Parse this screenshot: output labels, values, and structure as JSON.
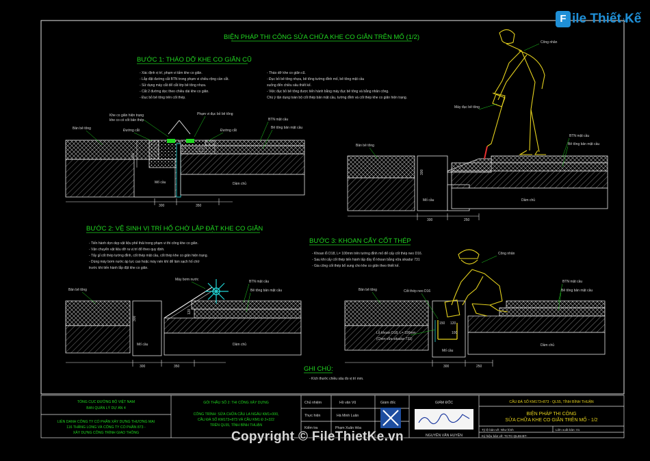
{
  "watermark": {
    "logo_letter": "F",
    "logo_text": "ile Thiết Kế",
    "logo_suffix": ".vn",
    "copyright": "Copyright © FileThietKe.vn"
  },
  "sheet": {
    "title": "BIỆN PHÁP THI CÔNG SỬA CHỮA KHE CO GIÃN TRÊN MỐ (1/2)"
  },
  "step1": {
    "title": "BƯỚC 1: THÁO DỠ KHE CO GIÃN CŨ",
    "notes_left": [
      "- Xác định vị trí, phạm vi tấm khe co giãn.",
      "- Lắp đặt đường cắt BTN trong phạm vi chiều rộng cần cắt.",
      "- Sử dụng máy cắt để cắt lớp bê tông nhựa.",
      "- Cắt 2 đường dọc theo chiều dài khe co giãn.",
      "- Đục bỏ bê tông trên cốt thép."
    ],
    "notes_right": [
      "- Tháo dỡ khe co giãn cũ.",
      "- Đục bỏ bê tông nhựa, bê tông tường đỉnh mố, bê tông mặt cầu",
      "  xuống đến chiều sâu thiết kế.",
      "- Việc đục bỏ bê tông được tiến hành bằng máy đục bê tông và bằng nhân công.",
      "Chú ý tận dụng toàn bộ cốt thép bản mặt cầu, tường đỉnh và cốt thép khe co giãn hiện trạng."
    ],
    "labels": {
      "khe_cu": "Khe co giãn hiện trạng",
      "khe_cu2": "khe co có cốt bản thép",
      "pham_vi": "Phạm vi đục bỏ bê tông",
      "duong_cat_l": "Đường cắt",
      "duong_cat_r": "Đường cắt",
      "ben_be_tong": "Bản bê tông",
      "btn": "BTN mặt cầu",
      "bt_ban": "Bê tông bản mặt cầu",
      "mo_cau": "Mố cầu",
      "dam_chu": "Dầm chủ",
      "dim_a": "300",
      "dim_b": "350",
      "h1": "300"
    },
    "right_labels": {
      "cong_nhan": "Công nhân",
      "may_duc": "Máy đục bê tông",
      "ben_be_tong": "Bản bê tông",
      "btn": "BTN mặt cầu",
      "bt_ban": "Bê tông bản mặt cầu",
      "mo_cau": "Mố cầu",
      "dam_chu": "Dầm chủ",
      "dim_a": "300",
      "dim_b": "250",
      "h1": "300"
    }
  },
  "step2": {
    "title": "BƯỚC 2: VỆ SINH VỊ TRÍ HỐ CHỜ LẮP ĐẶT KHE CO GIÃN",
    "notes": [
      "- Tiến hành dọn dẹp vật liệu phế thải trong phạm vi thi công khe co giãn.",
      "- Vận chuyển vật liệu dỡ ra vị trí đổ theo quy định.",
      "- Tẩy gỉ cốt thép tường đỉnh, cốt thép mặt cầu, cốt thép khe co giãn hiện trạng.",
      "- Dùng máy bơm nước áp lực cao hoặc máy nén khí để làm sạch hố chờ",
      "  trước khi tiến hành lắp đặt khe co giãn."
    ],
    "labels": {
      "may_bom": "Máy bơm nước",
      "ben_be_tong": "Bản bê tông",
      "btn": "BTN mặt cầu",
      "bt_ban": "Bê tông bản mặt cầu",
      "mo_cau": "Mố cầu",
      "dam_chu": "Dầm chủ",
      "dim_a": "300",
      "dim_b": "350",
      "h1": "300",
      "h2": "120"
    }
  },
  "step3": {
    "title": "BƯỚC 3: KHOAN CẤY CỐT THÉP",
    "notes": [
      "- Khoan lỗ D18, L= 100mm trên tường đỉnh mố để cấy cốt thép neo D16.",
      "- Sau khi cấy cốt thép tiến hành lấp đầy lỗ khoan bằng vữa sikadur 731",
      "- Gia công cốt thép bổ sung cho khe co giãn theo thiết kế."
    ],
    "labels": {
      "cong_nhan": "Công nhân",
      "cot_thep_neo": "Cốt thép neo D16",
      "lo_khoan": "Lỗ khoan D18, L= 100mm",
      "vua": "(Chèn vữa sikadur 731)",
      "ben_be_tong": "Bản bê tông",
      "btn": "BTN mặt cầu",
      "bt_ban": "Bê tông bản mặt cầu",
      "mo_cau": "Mố cầu",
      "dam_chu": "Dầm chủ",
      "dim_a": "300",
      "dim_b": "250",
      "d1": "150",
      "d2": "120",
      "d3": "100"
    }
  },
  "ghi_chu": {
    "title": "GHI CHÚ:",
    "line": "- Kích thước chiều sâu đo vị trí mm."
  },
  "titleblock": {
    "org1": "TỔNG CỤC ĐƯỜNG BỘ VIỆT NAM",
    "org2": "BAN QUẢN LÝ DỰ ÁN 4",
    "contractor": [
      "LIÊN DANH CÔNG TY CỔ PHẦN XÂY DỰNG THƯƠNG MẠI",
      "116 THĂNG LONG VÀ CÔNG TY CỔ PHẦN 873 -",
      "XÂY DỰNG CÔNG TRÌNH GIAO THÔNG"
    ],
    "package": "GÓI THẦU SỐ 2: THI CÔNG XÂY DỰNG",
    "project": [
      "CÔNG TRÌNH: SỬA CHỮA CẦU LA NGÂU KM1+000,",
      "CẦU ĐÁ SỐ KM173+873 VÀ CẦU KM1 Đ 2+322",
      "TRÊN QL55, TỈNH BÌNH THUẬN"
    ],
    "rows": [
      {
        "role": "Chủ nhiệm",
        "name": "Hồ văn Vũ"
      },
      {
        "role": "Thực hiện",
        "name": "Hà Minh Luân"
      },
      {
        "role": "Kiểm tra",
        "name": "Phạm Xuân Hòa"
      }
    ],
    "stamp": "Giám đốc",
    "director_label": "GIÁM ĐỐC",
    "director": "NGUYỄN VĂN HUYÊN",
    "bridge": "CẦU ĐÁ SỐ KM173+873 - QL55, TỈNH BÌNH THUẬN",
    "drawing_title_1": "BIỆN PHÁP THI CÔNG",
    "drawing_title_2": "SỬA CHỮA KHE CO GIÃN TRÊN MỐ - 1/2",
    "scale": "Tỷ lệ bản vẽ: Như hình",
    "sheet_no": "Liên xuất bản: 01",
    "drawing_no": "Ký hiệu bản vẽ: TCTC-QL55-BT-"
  }
}
